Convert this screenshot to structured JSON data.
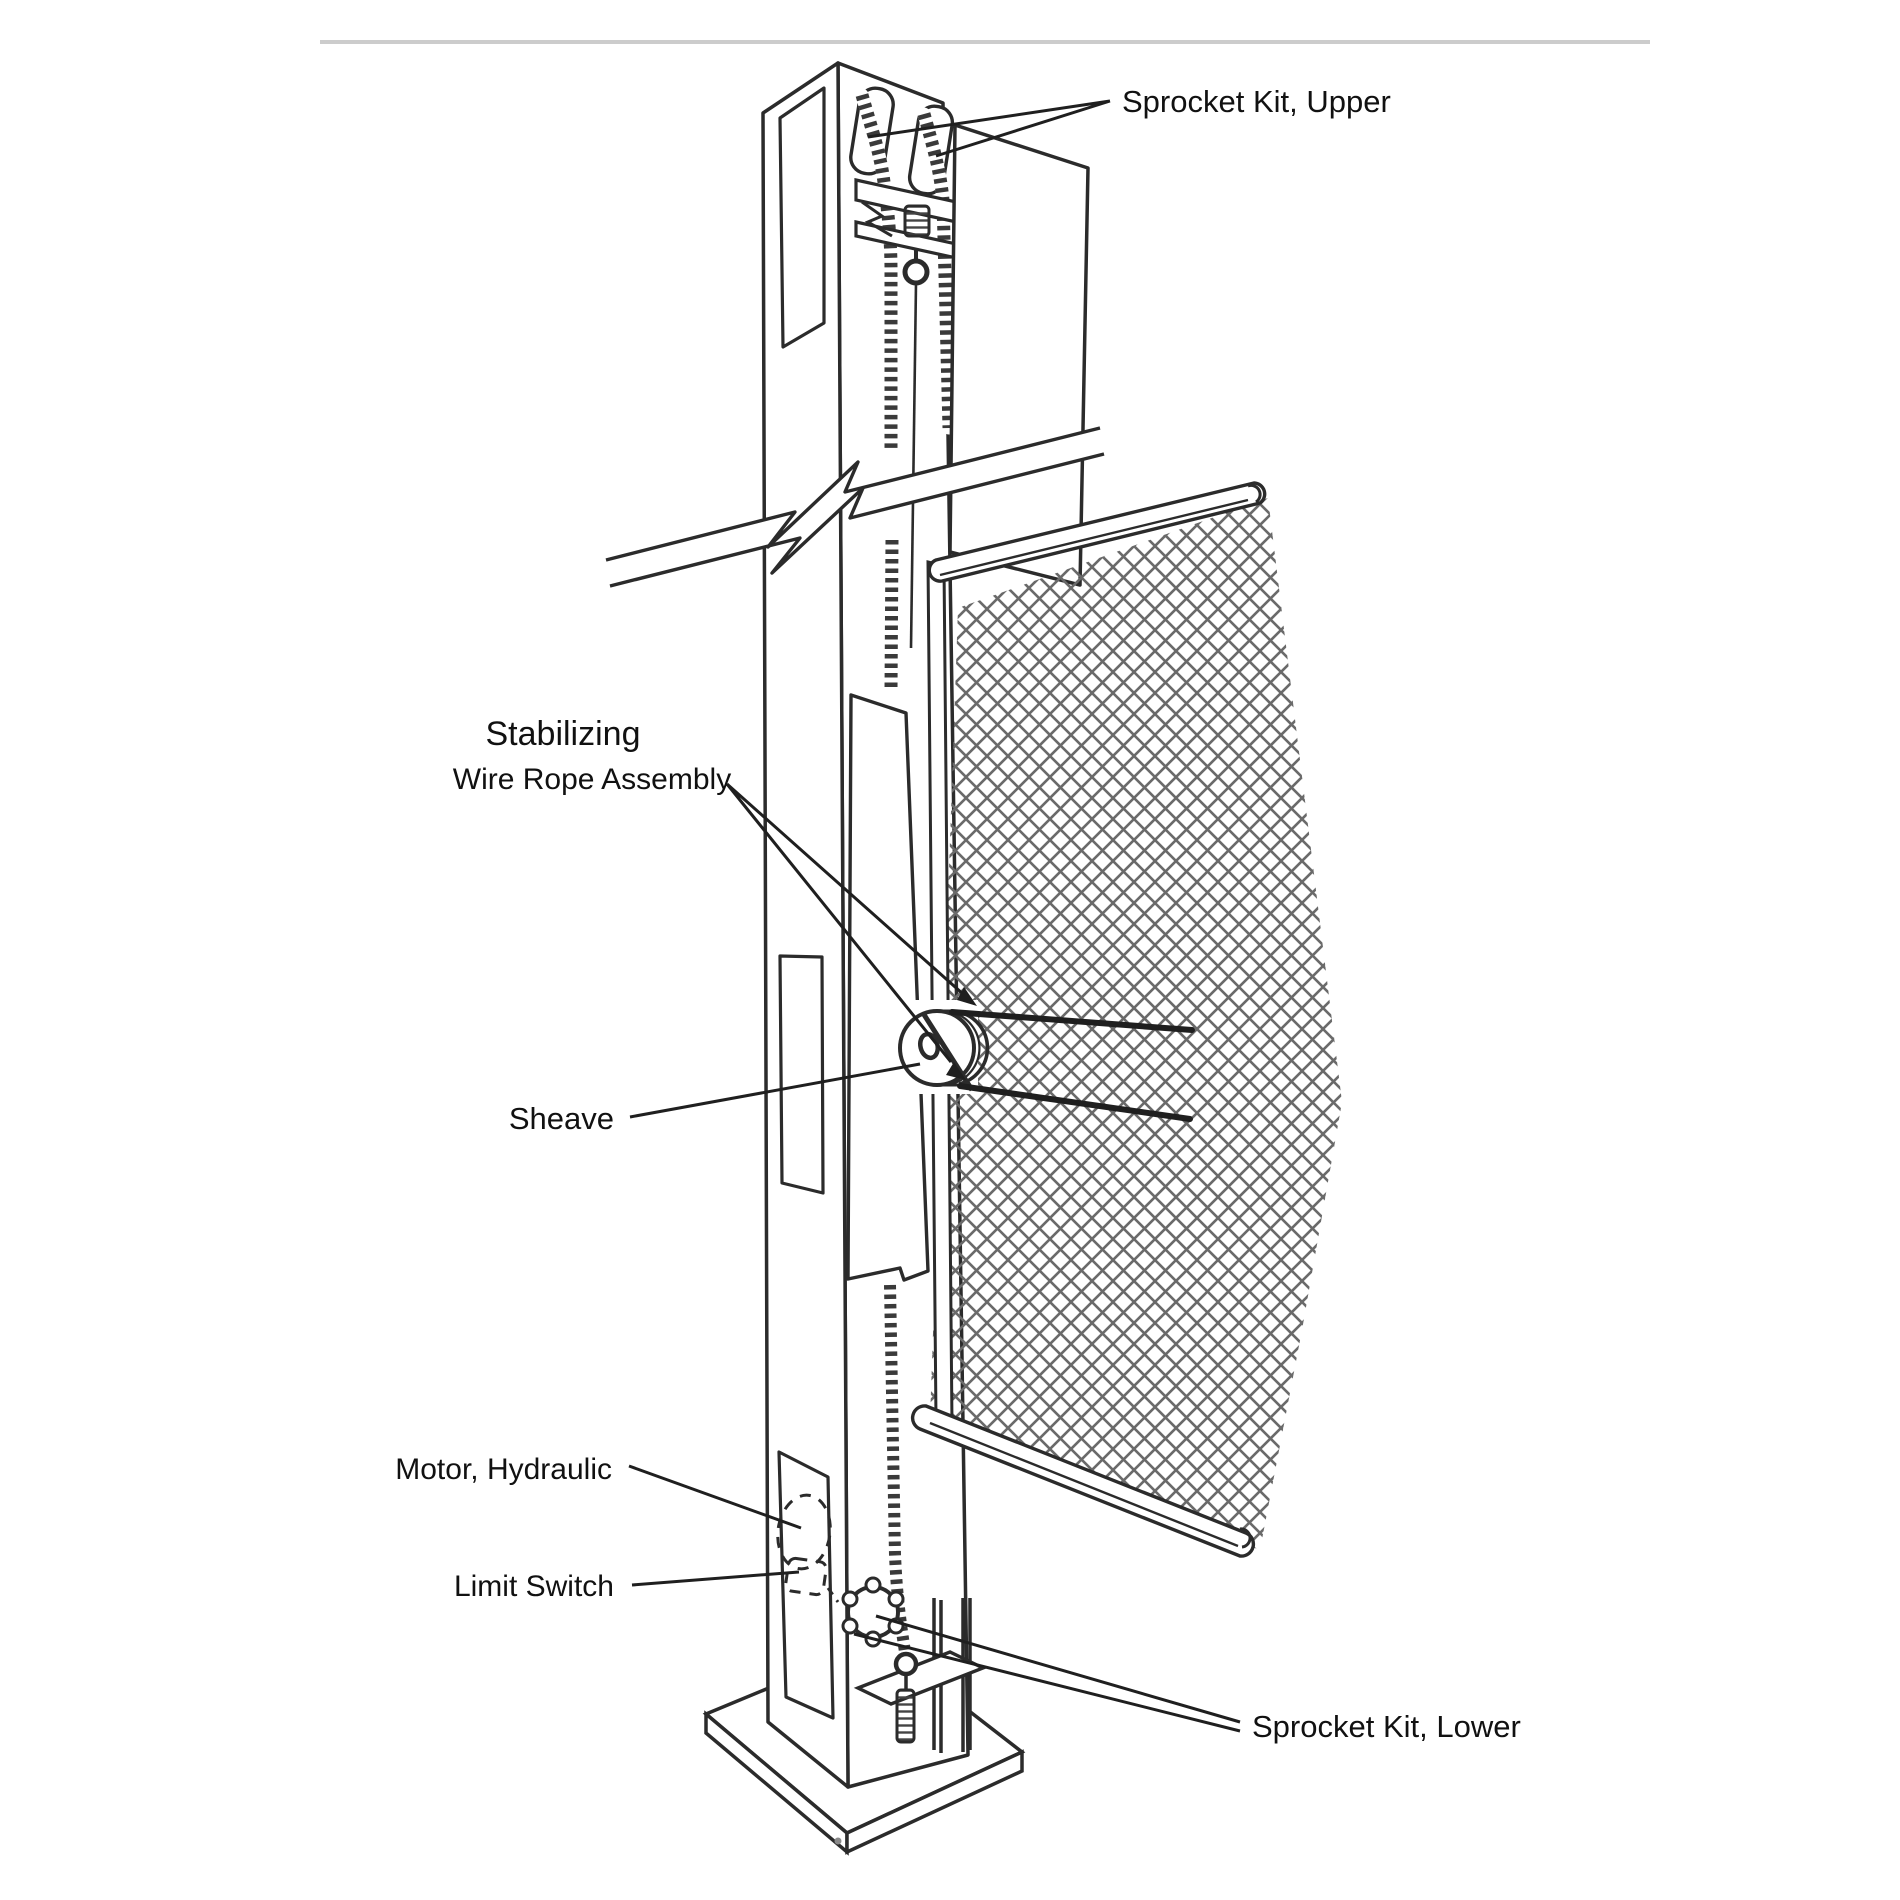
{
  "diagram": {
    "type": "mechanical-parts-diagram",
    "subject": "Vertical lift mast with chain drive and fence panel",
    "labels": {
      "sprocket_upper": "Sprocket Kit, Upper",
      "stabilizing_line1": "Stabilizing",
      "stabilizing_line2": "Wire Rope Assembly",
      "sheave": "Sheave",
      "motor": "Motor, Hydraulic",
      "limit_switch": "Limit Switch",
      "sprocket_lower": "Sprocket Kit, Lower"
    },
    "colors": {
      "background": "#ffffff",
      "linework": "#2b2b2b",
      "mesh": "#6a6a6a",
      "top_rule": "#cccccc",
      "text": "#111111"
    }
  }
}
